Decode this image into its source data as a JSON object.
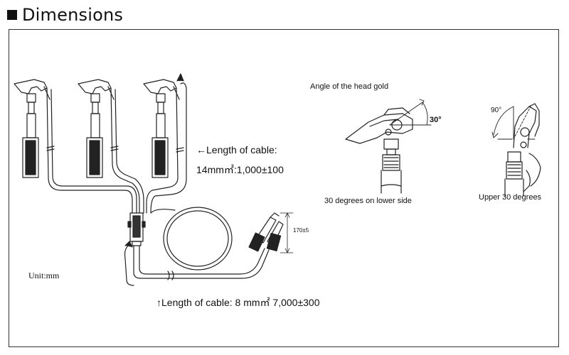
{
  "heading": "Dimensions",
  "labels": {
    "cable_left_1": "←Length of cable:",
    "cable_left_2": "14mm㎡:1,000±100",
    "cable_bottom": "↑Length of cable: 8 mm㎡ 7,000±300",
    "unit": "Unit:mm",
    "clip_dim": "170±5",
    "angle_title": "Angle of the head gold",
    "angle_30": "30°",
    "angle_90": "90°",
    "lower_caption": "30 degrees on lower side",
    "upper_caption": "Upper 30 degrees"
  }
}
